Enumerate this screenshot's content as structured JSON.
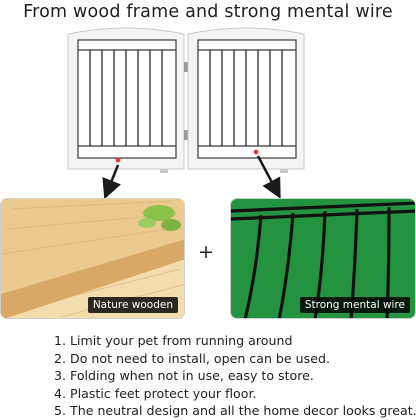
{
  "title": "From wood frame and strong mental wire",
  "photos": {
    "wood_label": "Nature wooden",
    "wire_label": "Strong mental wire"
  },
  "plus_sign": "+",
  "features": [
    "1. Limit your pet from running around",
    "2. Do not need to install, open can be used.",
    "3. Folding when not in use, easy to store.",
    "4. Plastic feet protect your floor.",
    "5. The neutral design and all the home decor looks great."
  ],
  "colors": {
    "frame": "#f4f4f4",
    "frame_edge": "#c8c8c8",
    "wire": "#2b2b2b",
    "wood": "#ecc98f",
    "grass": "#1f8a3a",
    "marker": "#e53935"
  },
  "icons": [
    "arrow-pointer-icon"
  ]
}
